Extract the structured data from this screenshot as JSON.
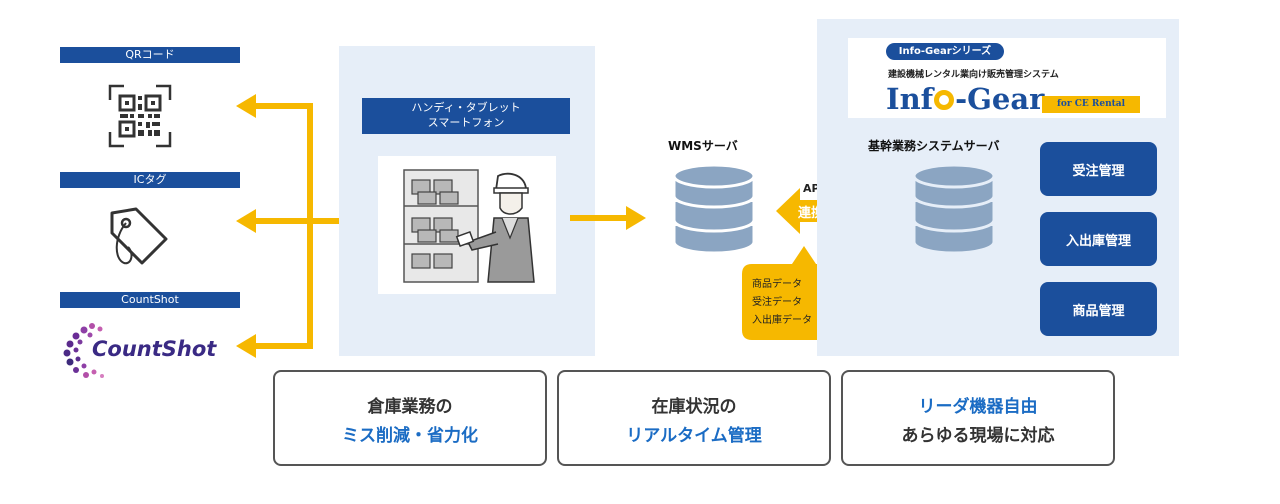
{
  "sources": {
    "qr_label": "QRコード",
    "ic_label": "ICタグ",
    "countshot_label": "CountShot",
    "countshot_logo_text": "CountShot"
  },
  "device": {
    "label_line1": "ハンディ・タブレット",
    "label_line2": "スマートフォン"
  },
  "wms": {
    "title": "WMSサーバ"
  },
  "api": {
    "line1": "API",
    "line2": "連携"
  },
  "data_callout": {
    "line1": "商品データ",
    "line2": "受注データ",
    "line3": "入出庫データ"
  },
  "infogear": {
    "badge": "Info-Gearシリーズ",
    "subtitle": "建設機械レンタル業向け販売管理システム",
    "logo_part1": "Inf",
    "logo_part2": "-Gear",
    "logo_tag": "for CE Rental",
    "server_title": "基幹業務システムサーバ"
  },
  "management": {
    "order": "受注管理",
    "inout": "入出庫管理",
    "product": "商品管理"
  },
  "benefits": [
    {
      "line1": "倉庫業務の",
      "line2": "ミス削減・省力化"
    },
    {
      "line1": "在庫状況の",
      "line2": "リアルタイム管理"
    },
    {
      "line1": "リーダ機器自由",
      "line2": "あらゆる現場に対応"
    }
  ],
  "colors": {
    "navy": "#1b4f9c",
    "arrow_yellow": "#f6b800",
    "panel_blue": "#e6eef8",
    "db_blue": "#8ba5c2",
    "highlight_blue": "#1b6cc4"
  }
}
